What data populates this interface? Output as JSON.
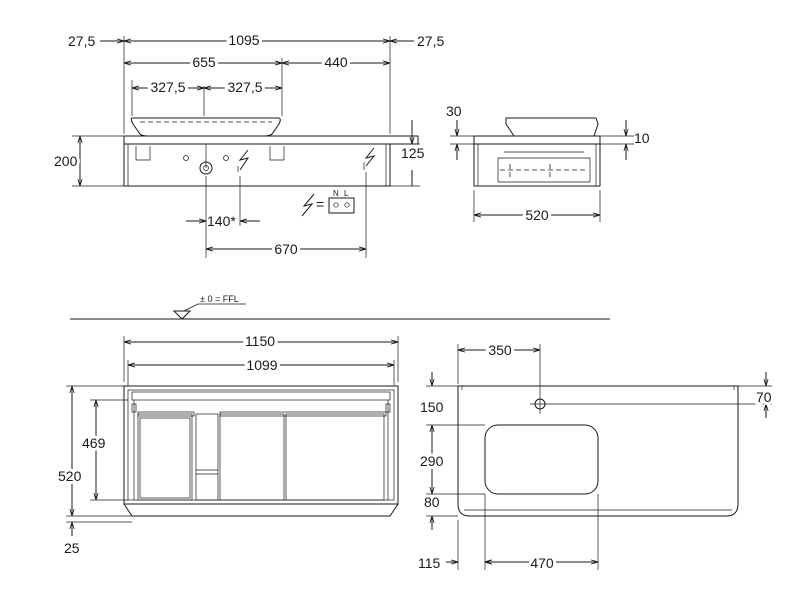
{
  "dims": {
    "top_left_overhang": "27,5",
    "top_total_width": "1095",
    "top_right_overhang": "27,5",
    "top_left_section": "655",
    "top_right_section": "440",
    "top_bowl_half_left": "327,5",
    "top_bowl_half_right": "327,5",
    "top_height": "200",
    "top_socket_height": "125",
    "top_drain_offset": "140*",
    "top_socket_offset": "670",
    "side_top_thickness": "30",
    "side_basin_rim": "10",
    "side_depth": "520",
    "front_total_width": "1150",
    "front_inner_width": "1099",
    "front_inner_height": "469",
    "front_total_height": "520",
    "front_plinth": "25",
    "plan_tap_offset": "350",
    "plan_tap_depth": "70",
    "plan_basin_top": "150",
    "plan_basin_depth": "290",
    "plan_basin_front": "80",
    "plan_basin_left": "115",
    "plan_basin_width": "470"
  },
  "floor": {
    "label": "± 0 = FFL"
  },
  "socket": {
    "n": "N",
    "l": "L",
    "eq": "="
  }
}
